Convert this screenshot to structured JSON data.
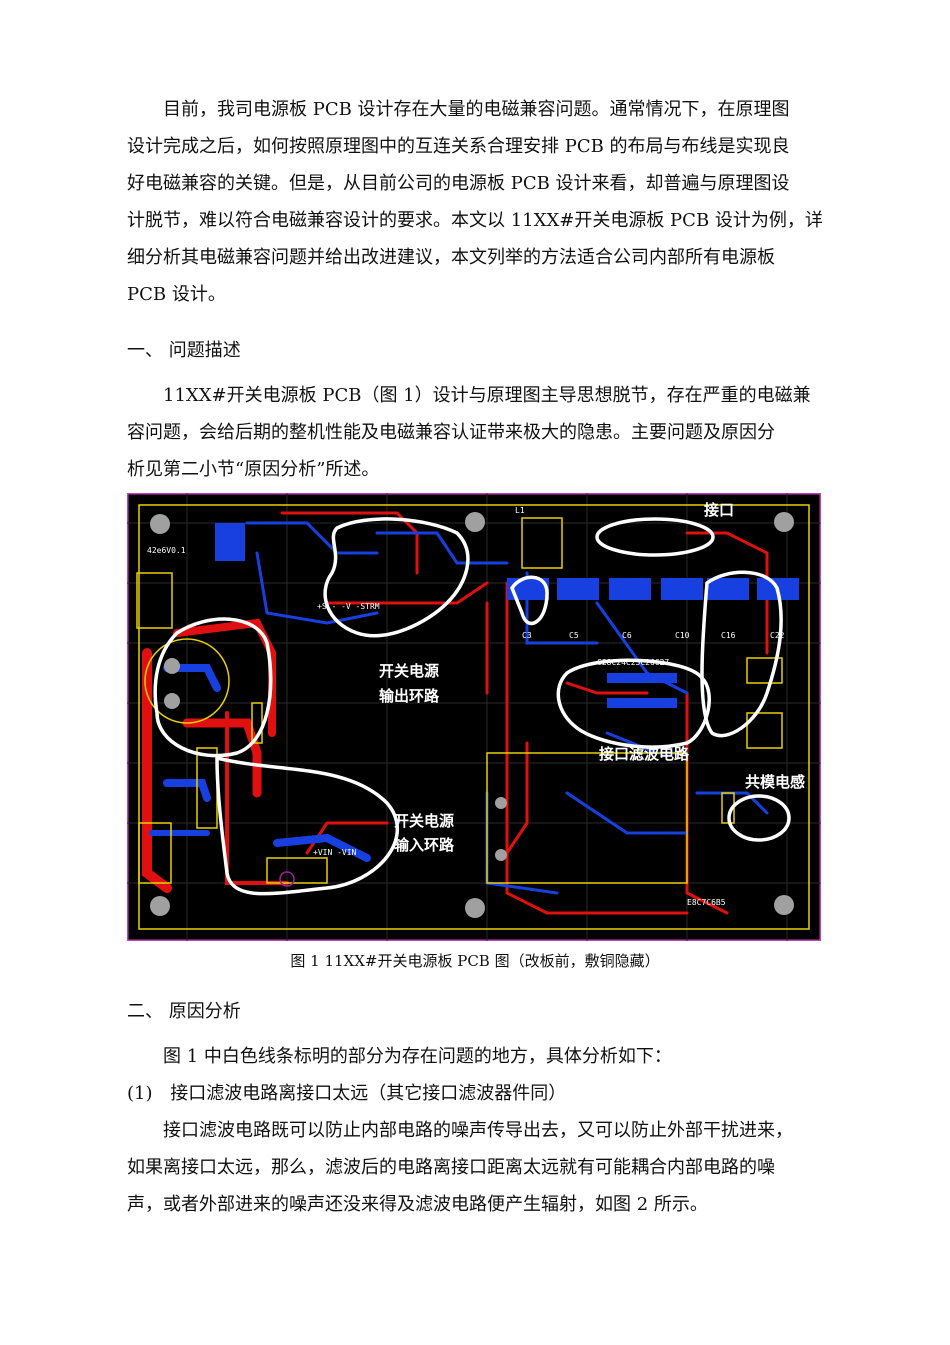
{
  "intro": {
    "lines": [
      "目前，我司电源板 PCB 设计存在大量的电磁兼容问题。通常情况下，在原理图",
      "设计完成之后，如何按照原理图中的互连关系合理安排 PCB 的布局与布线是实现良",
      "好电磁兼容的关键。但是，从目前公司的电源板 PCB 设计来看，却普遍与原理图设",
      "计脱节，难以符合电磁兼容设计的要求。本文以 11XX#开关电源板 PCB 设计为例，详",
      "细分析其电磁兼容问题并给出改进建议，本文列举的方法适合公司内部所有电源板",
      "PCB 设计。"
    ]
  },
  "section1": {
    "heading": "一、 问题描述",
    "lines": [
      "11XX#开关电源板 PCB（图 1）设计与原理图主导思想脱节，存在严重的电磁兼",
      "容问题，会给后期的整机性能及电磁兼容认证带来极大的隐患。主要问题及原因分",
      "析见第二小节“原因分析”所述。"
    ]
  },
  "figure": {
    "labels": {
      "interface": "接口",
      "switch_output_1": "开关电源",
      "switch_output_2": "输出环路",
      "interface_filter": "接口滤波电路",
      "common_mode": "共模电感",
      "switch_input_1": "开关电源",
      "switch_input_2": "输入环路"
    },
    "colors": {
      "background": "#000000",
      "border": "#c040c0",
      "top_copper": "#e01010",
      "bottom_copper": "#1840e0",
      "pads": "#e8d000",
      "highlight": "#ffffff"
    },
    "caption": "图 1    11XX#开关电源板 PCB 图（改板前，敷铜隐藏）"
  },
  "section2": {
    "heading": "二、 原因分析",
    "intro": "图 1 中白色线条标明的部分为存在问题的地方，具体分析如下：",
    "item_number": "(1)",
    "item_title": "接口滤波电路离接口太远（其它接口滤波器件同）",
    "lines": [
      "接口滤波电路既可以防止内部电路的噪声传导出去，又可以防止外部干扰进来，",
      "如果离接口太远，那么，滤波后的电路离接口距离太远就有可能耦合内部电路的噪",
      "声，或者外部进来的噪声还没来得及滤波电路便产生辐射，如图 2 所示。"
    ]
  }
}
